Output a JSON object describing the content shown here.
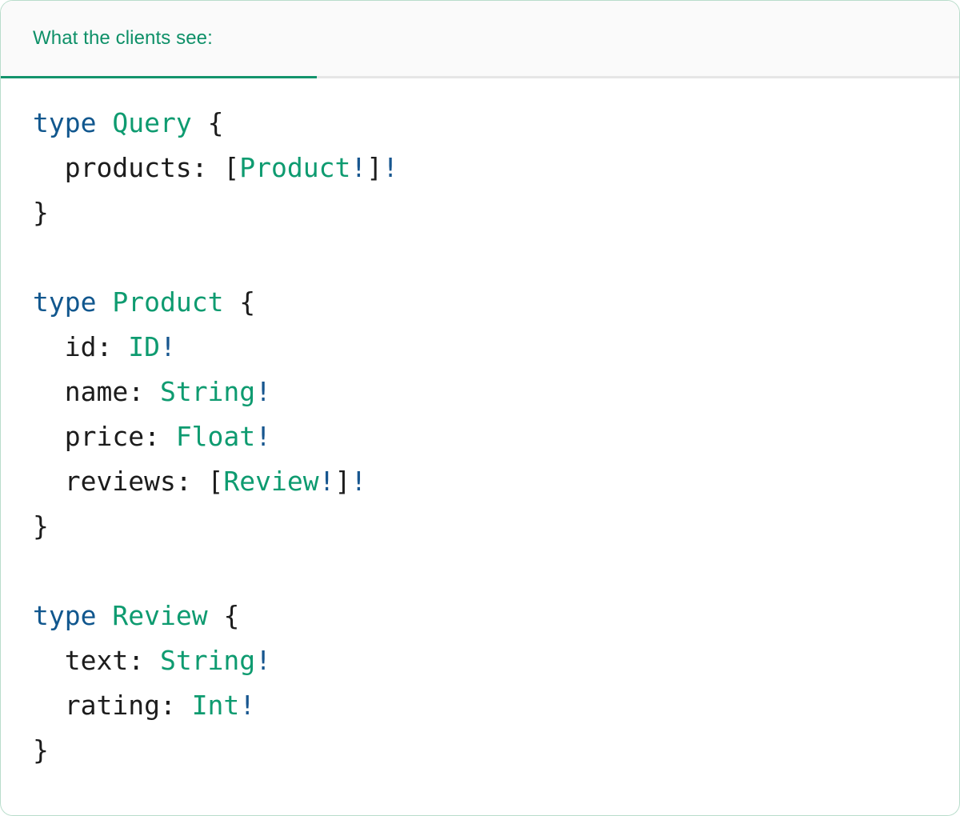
{
  "panel": {
    "border_color": "#b9ddcb",
    "background": "#ffffff"
  },
  "header": {
    "active_tab_label": "What the clients see:",
    "accent_color": "#13946c",
    "text_color": "#0e9068",
    "background": "#fafafa",
    "divider_color": "#e6e6e6"
  },
  "code": {
    "language": "graphql",
    "colors": {
      "keyword": "#11578e",
      "type_name": "#0e9b70",
      "punctuation": "#1c1c1c",
      "field_name": "#1c1c1c",
      "non_null_bang": "#17568f"
    },
    "lines": [
      {
        "id": "line-1",
        "tokens": [
          {
            "t": "type",
            "c": "kw"
          },
          {
            "t": " ",
            "c": "punct"
          },
          {
            "t": "Query",
            "c": "type"
          },
          {
            "t": " {",
            "c": "punct"
          }
        ]
      },
      {
        "id": "line-2",
        "tokens": [
          {
            "t": "  products: ",
            "c": "field"
          },
          {
            "t": "[",
            "c": "punct"
          },
          {
            "t": "Product",
            "c": "type"
          },
          {
            "t": "!",
            "c": "bang"
          },
          {
            "t": "]",
            "c": "punct"
          },
          {
            "t": "!",
            "c": "bang"
          }
        ]
      },
      {
        "id": "line-3",
        "tokens": [
          {
            "t": "}",
            "c": "punct"
          }
        ]
      },
      {
        "id": "line-4",
        "tokens": []
      },
      {
        "id": "line-5",
        "tokens": [
          {
            "t": "type",
            "c": "kw"
          },
          {
            "t": " ",
            "c": "punct"
          },
          {
            "t": "Product",
            "c": "type"
          },
          {
            "t": " {",
            "c": "punct"
          }
        ]
      },
      {
        "id": "line-6",
        "tokens": [
          {
            "t": "  id: ",
            "c": "field"
          },
          {
            "t": "ID",
            "c": "type"
          },
          {
            "t": "!",
            "c": "bang"
          }
        ]
      },
      {
        "id": "line-7",
        "tokens": [
          {
            "t": "  name: ",
            "c": "field"
          },
          {
            "t": "String",
            "c": "type"
          },
          {
            "t": "!",
            "c": "bang"
          }
        ]
      },
      {
        "id": "line-8",
        "tokens": [
          {
            "t": "  price: ",
            "c": "field"
          },
          {
            "t": "Float",
            "c": "type"
          },
          {
            "t": "!",
            "c": "bang"
          }
        ]
      },
      {
        "id": "line-9",
        "tokens": [
          {
            "t": "  reviews: ",
            "c": "field"
          },
          {
            "t": "[",
            "c": "punct"
          },
          {
            "t": "Review",
            "c": "type"
          },
          {
            "t": "!",
            "c": "bang"
          },
          {
            "t": "]",
            "c": "punct"
          },
          {
            "t": "!",
            "c": "bang"
          }
        ]
      },
      {
        "id": "line-10",
        "tokens": [
          {
            "t": "}",
            "c": "punct"
          }
        ]
      },
      {
        "id": "line-11",
        "tokens": []
      },
      {
        "id": "line-12",
        "tokens": [
          {
            "t": "type",
            "c": "kw"
          },
          {
            "t": " ",
            "c": "punct"
          },
          {
            "t": "Review",
            "c": "type"
          },
          {
            "t": " {",
            "c": "punct"
          }
        ]
      },
      {
        "id": "line-13",
        "tokens": [
          {
            "t": "  text: ",
            "c": "field"
          },
          {
            "t": "String",
            "c": "type"
          },
          {
            "t": "!",
            "c": "bang"
          }
        ]
      },
      {
        "id": "line-14",
        "tokens": [
          {
            "t": "  rating: ",
            "c": "field"
          },
          {
            "t": "Int",
            "c": "type"
          },
          {
            "t": "!",
            "c": "bang"
          }
        ]
      },
      {
        "id": "line-15",
        "tokens": [
          {
            "t": "}",
            "c": "punct"
          }
        ]
      }
    ]
  }
}
